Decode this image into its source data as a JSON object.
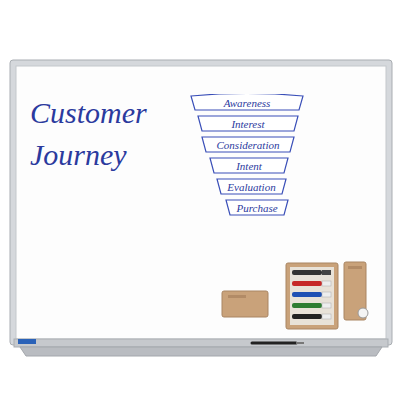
{
  "diagram": {
    "title": "Customer Journey",
    "nodes": [
      {
        "text": [
          "Awareness"
        ]
      },
      {
        "text": [
          "Interest"
        ]
      },
      {
        "text": [
          "Consideration"
        ]
      },
      {
        "text": [
          "Intent"
        ]
      },
      {
        "text": [
          "Evaluation"
        ]
      },
      {
        "text": [
          "Purchase"
        ]
      }
    ]
  }
}
